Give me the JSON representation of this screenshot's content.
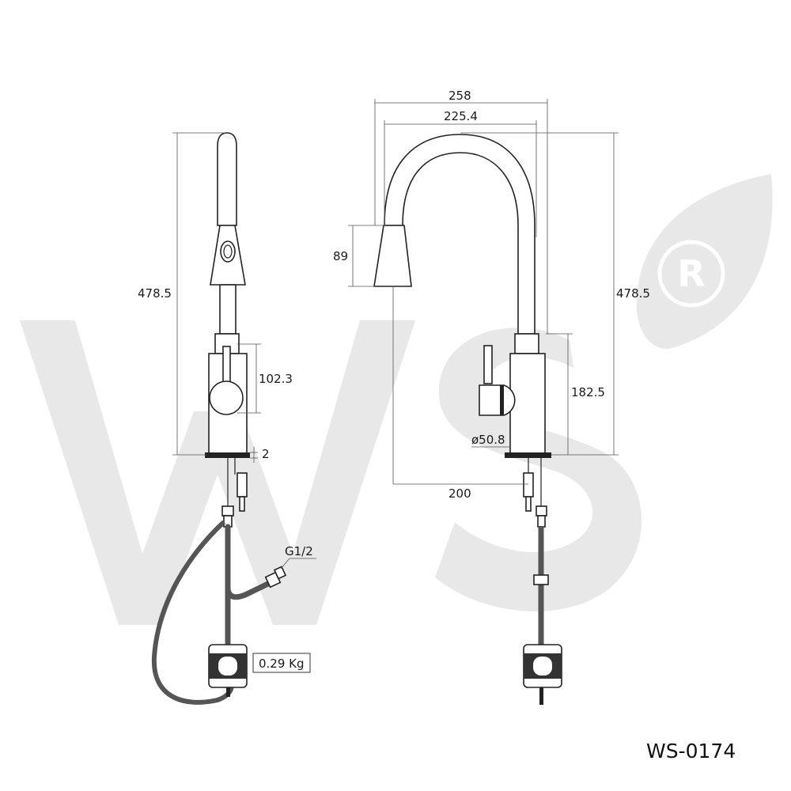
{
  "colors": {
    "watermark": "#e6e6e6",
    "line": "#333333",
    "hose": "#555555",
    "text": "#1a1a1a"
  },
  "watermark": {
    "logo_text": "WS",
    "mark": "®"
  },
  "side_view": {
    "height_label": "478.5",
    "body_height_label": "102.3",
    "plate_label": "2",
    "thread_label": "G1/2",
    "weight_label": "0.29 Kg"
  },
  "front_view": {
    "width_outer_label": "258",
    "width_inner_label": "225.4",
    "head_height_label": "89",
    "height_label": "478.5",
    "body_height_label": "182.5",
    "diameter_label": "ø50.8",
    "reach_label": "200"
  },
  "model_code": "WS-0174"
}
